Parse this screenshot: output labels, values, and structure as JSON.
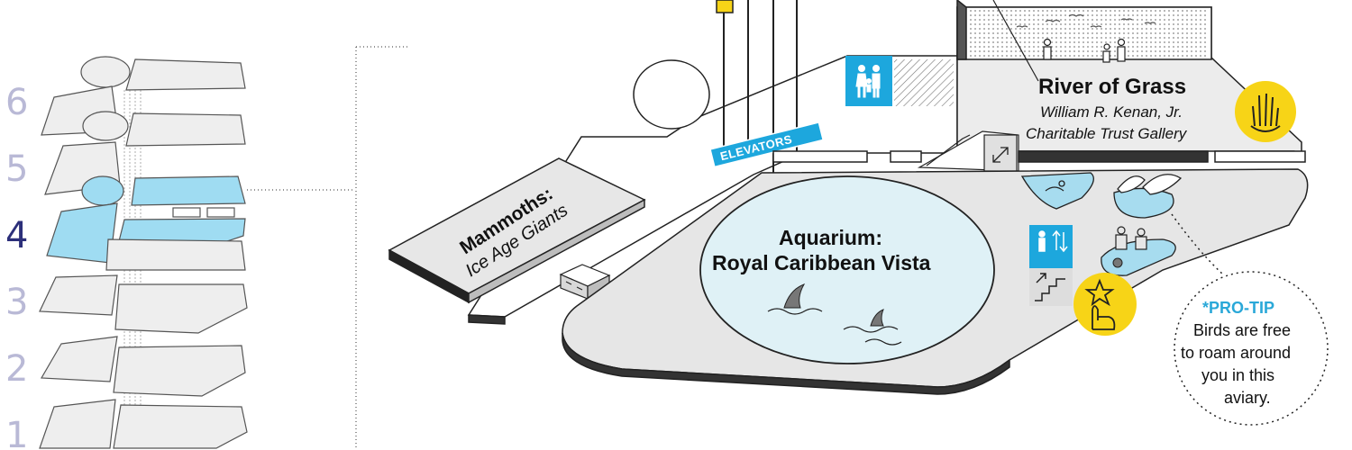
{
  "floor_selector": {
    "floors": [
      "6",
      "5",
      "4",
      "3",
      "2",
      "1"
    ],
    "active_floor": "4"
  },
  "exhibits": {
    "mammoths": {
      "title": "Mammoths:",
      "subtitle": "Ice Age Giants"
    },
    "aquarium": {
      "title_line1": "Aquarium:",
      "title_line2": "Royal Caribbean Vista"
    },
    "river_of_grass": {
      "title": "River of Grass",
      "subtitle_line1": "William R. Kenan, Jr.",
      "subtitle_line2": "Charitable Trust Gallery"
    }
  },
  "signs": {
    "elevators": "ELEVATORS"
  },
  "pro_tip": {
    "heading": "*PRO-TIP",
    "lines": [
      "Birds are free",
      "to roam around",
      "you in this",
      "aviary."
    ]
  },
  "icons": [
    "family-restroom-icon",
    "elevator-icon",
    "stairs-icon",
    "touch-hand-icon",
    "starfish-touch-icon",
    "shark-fin-icon",
    "duck-pond-icon",
    "bird-icon",
    "expand-arrows-icon"
  ],
  "colors": {
    "active_floor": "#9fdcf2",
    "sign_blue": "#1da7dd",
    "accent_yellow": "#f7d417",
    "aquarium_fill": "#dff1f6",
    "floor_gray": "#ececec"
  }
}
